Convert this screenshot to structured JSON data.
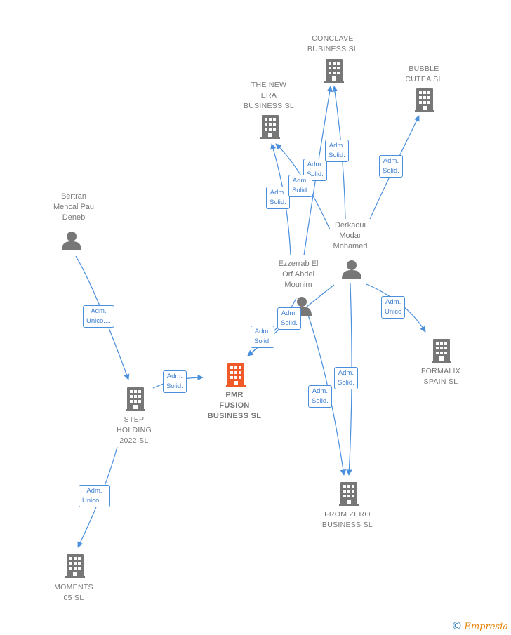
{
  "colors": {
    "edge": "#4a8fdc",
    "company": "#777777",
    "main_company": "#f05a28",
    "person": "#777777"
  },
  "nodes": {
    "conclave": {
      "label": "CONCLAVE\nBUSINESS  SL",
      "icon": "building-icon"
    },
    "bubble": {
      "label": "BUBBLE\nCUTEA  SL",
      "icon": "building-icon"
    },
    "thenew": {
      "label": "THE NEW\nERA\nBUSINESS  SL",
      "icon": "building-icon"
    },
    "bertran": {
      "label": "Bertran\nMencal Pau\nDeneb",
      "icon": "person-icon"
    },
    "derkaoui": {
      "label": "Derkaoui\nModar\nMohamed",
      "icon": "person-icon"
    },
    "ezzerrab": {
      "label": "Ezzerrab El\nOrf Abdel\nMounim",
      "icon": "person-icon"
    },
    "pmr": {
      "label": "PMR\nFUSION\nBUSINESS  SL",
      "icon": "building-icon"
    },
    "formalix": {
      "label": "FORMALIX\nSPAIN  SL",
      "icon": "building-icon"
    },
    "step": {
      "label": "STEP\nHOLDING\n2022  SL",
      "icon": "building-icon"
    },
    "fromzero": {
      "label": "FROM ZERO\nBUSINESS  SL",
      "icon": "building-icon"
    },
    "moments": {
      "label": "MOMENTS\n05  SL",
      "icon": "building-icon"
    }
  },
  "edges": [
    {
      "from": "bertran",
      "to": "step",
      "label": "Adm.\nUnico,..."
    },
    {
      "from": "step",
      "to": "pmr",
      "label": "Adm.\nSolid."
    },
    {
      "from": "step",
      "to": "moments",
      "label": "Adm.\nUnico,..."
    },
    {
      "from": "ezzerrab",
      "to": "pmr",
      "label": "Adm.\nSolid."
    },
    {
      "from": "derkaoui",
      "to": "pmr",
      "label": "Adm.\nSolid."
    },
    {
      "from": "ezzerrab",
      "to": "thenew",
      "label": "Adm.\nSolid."
    },
    {
      "from": "ezzerrab",
      "to": "conclave",
      "label": "Adm.\nSolid."
    },
    {
      "from": "derkaoui",
      "to": "thenew",
      "label": "Adm.\nSolid."
    },
    {
      "from": "derkaoui",
      "to": "conclave",
      "label": "Adm.\nSolid."
    },
    {
      "from": "derkaoui",
      "to": "bubble",
      "label": "Adm.\nSolid."
    },
    {
      "from": "derkaoui",
      "to": "formalix",
      "label": "Adm.\nUnico"
    },
    {
      "from": "derkaoui",
      "to": "fromzero",
      "label": "Adm.\nSolid."
    },
    {
      "from": "ezzerrab",
      "to": "fromzero",
      "label": "Adm.\nSolid."
    }
  ],
  "brand": {
    "symbol": "©",
    "name": "Empresia"
  }
}
